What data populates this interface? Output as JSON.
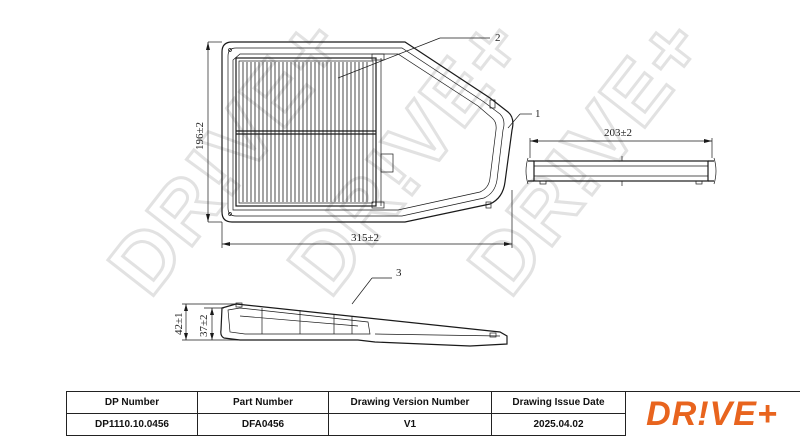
{
  "drawing": {
    "dimensions": {
      "height_main": "196±2",
      "width_main": "315±2",
      "width_side": "203±2",
      "height_total": "42±1",
      "height_inner": "37±2"
    },
    "callouts": [
      "1",
      "2",
      "3"
    ]
  },
  "title_block": {
    "headers": {
      "dp_number": "DP Number",
      "part_number": "Part Number",
      "version": "Drawing Version Number",
      "issue_date": "Drawing Issue Date"
    },
    "values": {
      "dp_number": "DP1110.10.0456",
      "part_number": "DFA0456",
      "version": "V1",
      "issue_date": "2025.04.02"
    }
  },
  "logo": {
    "text": "DR!VE+"
  },
  "watermark": {
    "text": "DR!VE+"
  },
  "colors": {
    "brand": "#e8641e",
    "line": "#1a1a1a",
    "watermark": "#e2e2e2"
  }
}
